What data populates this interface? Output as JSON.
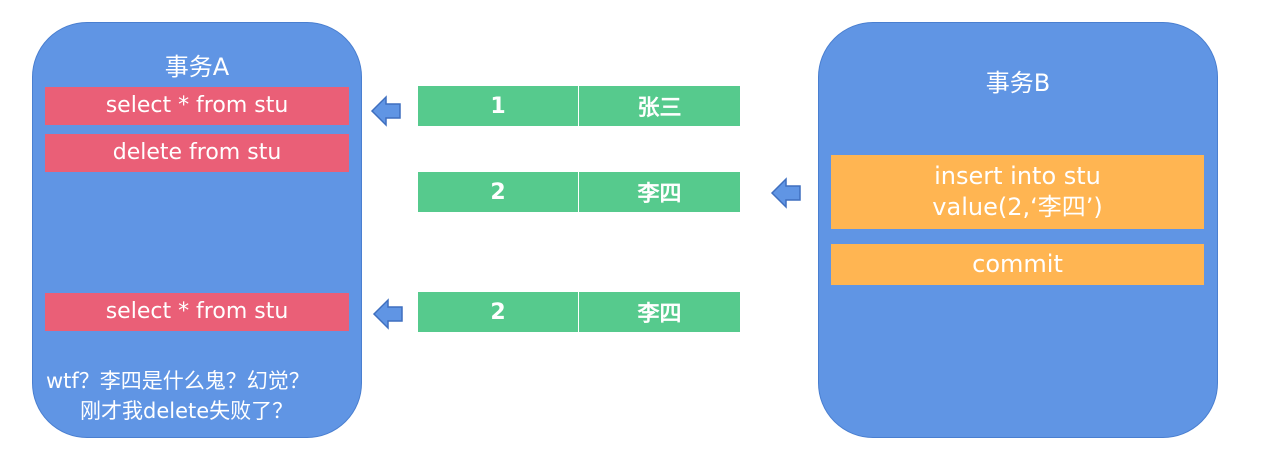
{
  "transaction_a": {
    "title": "事务A",
    "queries": [
      "select * from stu",
      "delete from stu",
      "select * from stu"
    ],
    "note_line1": "wtf？李四是什么鬼？幻觉？",
    "note_line2": "刚才我delete失败了？"
  },
  "transaction_b": {
    "title": "事务B",
    "insert_line1": "insert into stu",
    "insert_line2": "value(2,‘李四’)",
    "commit": "commit"
  },
  "rows": [
    {
      "id": "1",
      "name": "张三"
    },
    {
      "id": "2",
      "name": "李四"
    },
    {
      "id": "2",
      "name": "李四"
    }
  ],
  "colors": {
    "panel": "#6095e4",
    "query": "#ea5f77",
    "row": "#56ca8d",
    "b_box": "#ffb552"
  }
}
